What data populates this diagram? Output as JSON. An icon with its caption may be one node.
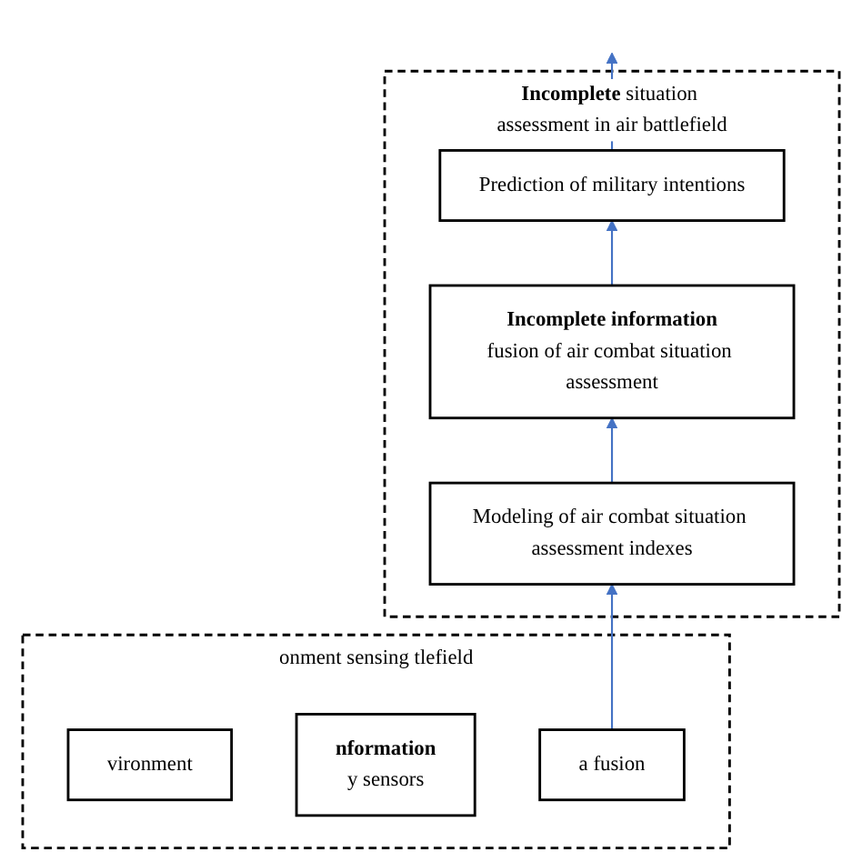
{
  "diagram": {
    "nodes": [
      {
        "text": [
          "onment sensing tlefield"
        ]
      },
      {
        "text": [
          "vironment"
        ],
        "in": 0
      },
      {
        "text": [
          "nformation",
          "y sensors"
        ],
        "in": 0
      },
      {
        "text": [
          "a fusion"
        ],
        "in": 0
      },
      {
        "text": [
          "**Incomplete** situation assessment in air battlefield"
        ]
      },
      {
        "text": [
          "Prediction of military intentions"
        ],
        "in": 4
      },
      {
        "text": [
          "Incomplete information",
          "fusion of air combat situation assessment"
        ],
        "in": 4
      },
      {
        "text": [
          "Modeling of air combat situation assessment indexes"
        ],
        "in": 4
      }
    ],
    "edges": [
      {
        "from": 3,
        "to": 7,
        "arrow": "to"
      },
      {
        "from": 7,
        "to": 6,
        "arrow": "to"
      },
      {
        "from": 6,
        "to": 5,
        "arrow": "to"
      },
      {
        "from": 5,
        "to": null,
        "arrow": "to"
      }
    ]
  }
}
